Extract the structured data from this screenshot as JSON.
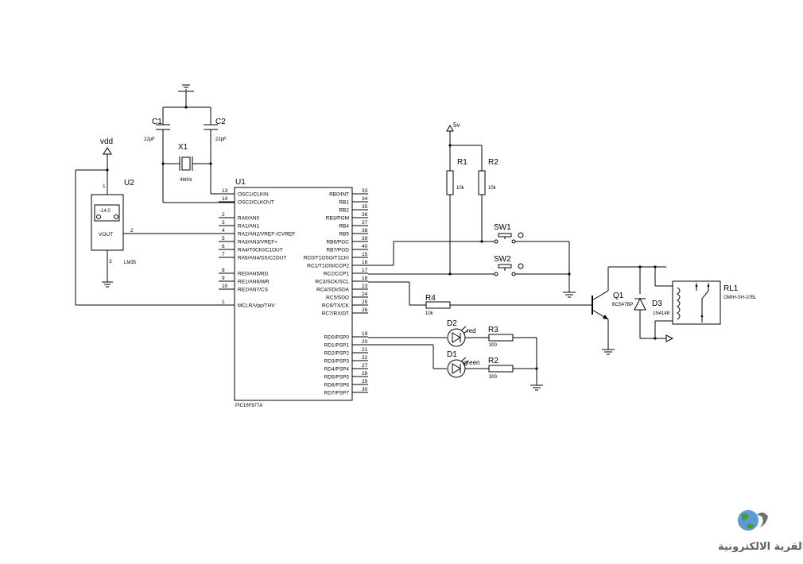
{
  "components": {
    "u1": {
      "ref": "U1",
      "part": "PIC16F877A",
      "left_pins": [
        {
          "num": "13",
          "name": "OSC1/CLKIN"
        },
        {
          "num": "14",
          "name": "OSC2/CLKOUT"
        },
        {
          "num": "2",
          "name": "RA0/AN0"
        },
        {
          "num": "3",
          "name": "RA1/AN1"
        },
        {
          "num": "4",
          "name": "RA2/AN2/VREF-/CVREF"
        },
        {
          "num": "5",
          "name": "RA3/AN3/VREF+"
        },
        {
          "num": "6",
          "name": "RA4/T0CKI/C1OUT"
        },
        {
          "num": "7",
          "name": "RA5/AN4/SS/C2OUT"
        },
        {
          "num": "8",
          "name": "RE0/AN5/RD"
        },
        {
          "num": "9",
          "name": "RE1/AN6/WR"
        },
        {
          "num": "10",
          "name": "RE2/AN7/CS"
        },
        {
          "num": "1",
          "name": "MCLR/Vpp/THV"
        }
      ],
      "right_pins": [
        {
          "num": "33",
          "name": "RB0/INT"
        },
        {
          "num": "34",
          "name": "RB1"
        },
        {
          "num": "35",
          "name": "RB2"
        },
        {
          "num": "36",
          "name": "RB3/PGM"
        },
        {
          "num": "37",
          "name": "RB4"
        },
        {
          "num": "38",
          "name": "RB5"
        },
        {
          "num": "39",
          "name": "RB6/PGC"
        },
        {
          "num": "40",
          "name": "RB7/PGD"
        },
        {
          "num": "15",
          "name": "RC0/T1OSO/T1CKI"
        },
        {
          "num": "16",
          "name": "RC1/T1OSI/CCP2"
        },
        {
          "num": "17",
          "name": "RC2/CCP1"
        },
        {
          "num": "18",
          "name": "RC3/SCK/SCL"
        },
        {
          "num": "23",
          "name": "RC4/SDI/SDA"
        },
        {
          "num": "24",
          "name": "RC5/SDO"
        },
        {
          "num": "25",
          "name": "RC6/TX/CK"
        },
        {
          "num": "26",
          "name": "RC7/RX/DT"
        },
        {
          "num": "19",
          "name": "RD0/PSP0"
        },
        {
          "num": "20",
          "name": "RD1/PSP1"
        },
        {
          "num": "21",
          "name": "RD2/PSP2"
        },
        {
          "num": "22",
          "name": "RD3/PSP3"
        },
        {
          "num": "27",
          "name": "RD4/PSP4"
        },
        {
          "num": "28",
          "name": "RD5/PSP5"
        },
        {
          "num": "29",
          "name": "RD6/PSP6"
        },
        {
          "num": "30",
          "name": "RD7/PSP7"
        }
      ]
    },
    "u2": {
      "ref": "U2",
      "part": "LM35",
      "display": "-14.0",
      "vout": "VOUT",
      "pin_top": "1",
      "pin_out": "2",
      "pin_bottom": "3"
    },
    "vdd": {
      "label": "vdd"
    },
    "supply_5v": {
      "label": "5v"
    },
    "c1": {
      "ref": "C1",
      "value": "22pF"
    },
    "c2": {
      "ref": "C2",
      "value": "22pF"
    },
    "x1": {
      "ref": "X1",
      "value": "4MHz"
    },
    "r1": {
      "ref": "R1",
      "value": "10k"
    },
    "r2_pullup": {
      "ref": "R2",
      "value": "10k"
    },
    "sw1": {
      "ref": "SW1"
    },
    "sw2": {
      "ref": "SW2"
    },
    "r4": {
      "ref": "R4",
      "value": "10k"
    },
    "d2": {
      "ref": "D2",
      "value": "red"
    },
    "d1": {
      "ref": "D1",
      "value": "green"
    },
    "r3": {
      "ref": "R3",
      "value": "300"
    },
    "r2_led": {
      "ref": "R2",
      "value": "300"
    },
    "q1": {
      "ref": "Q1",
      "value": "BC547BP"
    },
    "d3": {
      "ref": "D3",
      "value": "1N4148"
    },
    "rl1": {
      "ref": "RL1",
      "value": "OMIH-SH-105L"
    }
  },
  "watermark": {
    "text": "القرية الالكترونية"
  }
}
